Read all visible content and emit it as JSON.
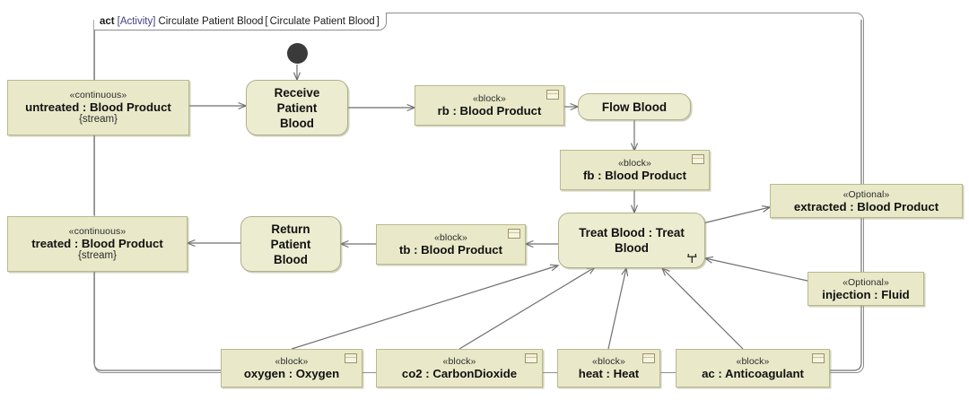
{
  "diagram": {
    "kind": "sysml-activity-diagram",
    "frame": {
      "keyword": "act",
      "meta": "[Activity]",
      "title": "Circulate Patient Blood",
      "bracket_open": "[",
      "diagram_name": "Circulate Patient Blood",
      "bracket_close": "]"
    },
    "colors": {
      "node_fill": "#e9e9c9",
      "node_border": "#b9b98d",
      "action_fill": "#ececd0",
      "action_border": "#b0b08a",
      "edge": "#6f6f6f",
      "frame_border": "#8d8d8d",
      "text": "#111111",
      "meta_text": "#3d3d82"
    },
    "initial_node": {
      "name": "initial-node"
    },
    "object_nodes": [
      {
        "id": "untreated",
        "stereotype": "«continuous»",
        "name": "untreated : Blood Product",
        "adornment": "{stream}",
        "block_icon": false
      },
      {
        "id": "rb",
        "stereotype": "«block»",
        "name": "rb : Blood Product",
        "adornment": "",
        "block_icon": true
      },
      {
        "id": "fb",
        "stereotype": "«block»",
        "name": "fb : Blood Product",
        "adornment": "",
        "block_icon": true
      },
      {
        "id": "tb",
        "stereotype": "«block»",
        "name": "tb : Blood Product",
        "adornment": "",
        "block_icon": true
      },
      {
        "id": "treated",
        "stereotype": "«continuous»",
        "name": "treated : Blood Product",
        "adornment": "{stream}",
        "block_icon": false
      },
      {
        "id": "extracted",
        "stereotype": "«Optional»",
        "name": "extracted : Blood Product",
        "adornment": "",
        "block_icon": false
      },
      {
        "id": "injection",
        "stereotype": "«Optional»",
        "name": "injection : Fluid",
        "adornment": "",
        "block_icon": false
      },
      {
        "id": "oxygen",
        "stereotype": "«block»",
        "name": "oxygen : Oxygen",
        "adornment": "",
        "block_icon": true
      },
      {
        "id": "co2",
        "stereotype": "«block»",
        "name": "co2 : CarbonDioxide",
        "adornment": "",
        "block_icon": true
      },
      {
        "id": "heat",
        "stereotype": "«block»",
        "name": "heat : Heat",
        "adornment": "",
        "block_icon": true
      },
      {
        "id": "ac",
        "stereotype": "«block»",
        "name": "ac : Anticoagulant",
        "adornment": "",
        "block_icon": true
      }
    ],
    "action_nodes": [
      {
        "id": "receive",
        "label": "Receive\nPatient\nBlood",
        "rake": false
      },
      {
        "id": "flow",
        "label": "Flow Blood",
        "rake": false
      },
      {
        "id": "treat",
        "label": "Treat Blood : Treat\nBlood",
        "rake": true
      },
      {
        "id": "return",
        "label": "Return\nPatient\nBlood",
        "rake": false
      }
    ],
    "edges": [
      {
        "from": "untreated",
        "to": "receive"
      },
      {
        "from": "initial",
        "to": "receive"
      },
      {
        "from": "receive",
        "to": "rb"
      },
      {
        "from": "rb",
        "to": "flow"
      },
      {
        "from": "flow",
        "to": "fb"
      },
      {
        "from": "fb",
        "to": "treat"
      },
      {
        "from": "treat",
        "to": "tb"
      },
      {
        "from": "tb",
        "to": "return"
      },
      {
        "from": "return",
        "to": "treated"
      },
      {
        "from": "treat",
        "to": "extracted"
      },
      {
        "from": "injection",
        "to": "treat"
      },
      {
        "from": "oxygen",
        "to": "treat"
      },
      {
        "from": "co2",
        "to": "treat"
      },
      {
        "from": "heat",
        "to": "treat"
      },
      {
        "from": "ac",
        "to": "treat"
      },
      {
        "from": "untreated",
        "to": "frame-left"
      },
      {
        "from": "treated",
        "to": "frame-left"
      },
      {
        "from": "extracted",
        "to": "frame-right"
      },
      {
        "from": "injection",
        "to": "frame-right"
      }
    ]
  }
}
